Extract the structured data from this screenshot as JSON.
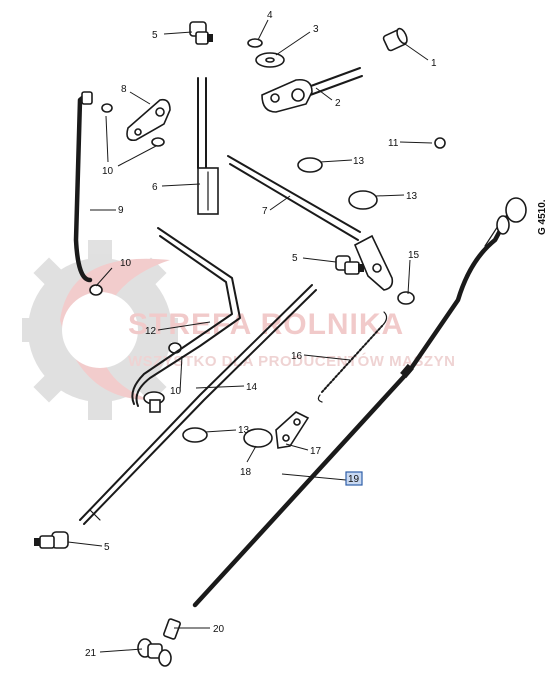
{
  "watermark": {
    "brand": "STREFA ROLNIKA",
    "tagline": "WSZYSTKO DLA PRODUCENTÓW MASZYN",
    "colors": {
      "red": "#e8a3a3",
      "gray": "#cfcfcf"
    }
  },
  "reference_code": "G 4510.",
  "callouts": {
    "c1": "1",
    "c2": "2",
    "c3": "3",
    "c4": "4",
    "c5a": "5",
    "c5b": "5",
    "c5c": "5",
    "c6": "6",
    "c7": "7",
    "c8": "8",
    "c9": "9",
    "c10a": "10",
    "c10b": "10",
    "c10c": "10",
    "c11": "11",
    "c12": "12",
    "c13a": "13",
    "c13b": "13",
    "c13c": "13",
    "c14": "14",
    "c15": "15",
    "c16": "16",
    "c17": "17",
    "c18": "18",
    "c19": "19",
    "c20": "20",
    "c21": "21"
  },
  "highlight": {
    "label": "19",
    "color": "#c9d9f2"
  }
}
